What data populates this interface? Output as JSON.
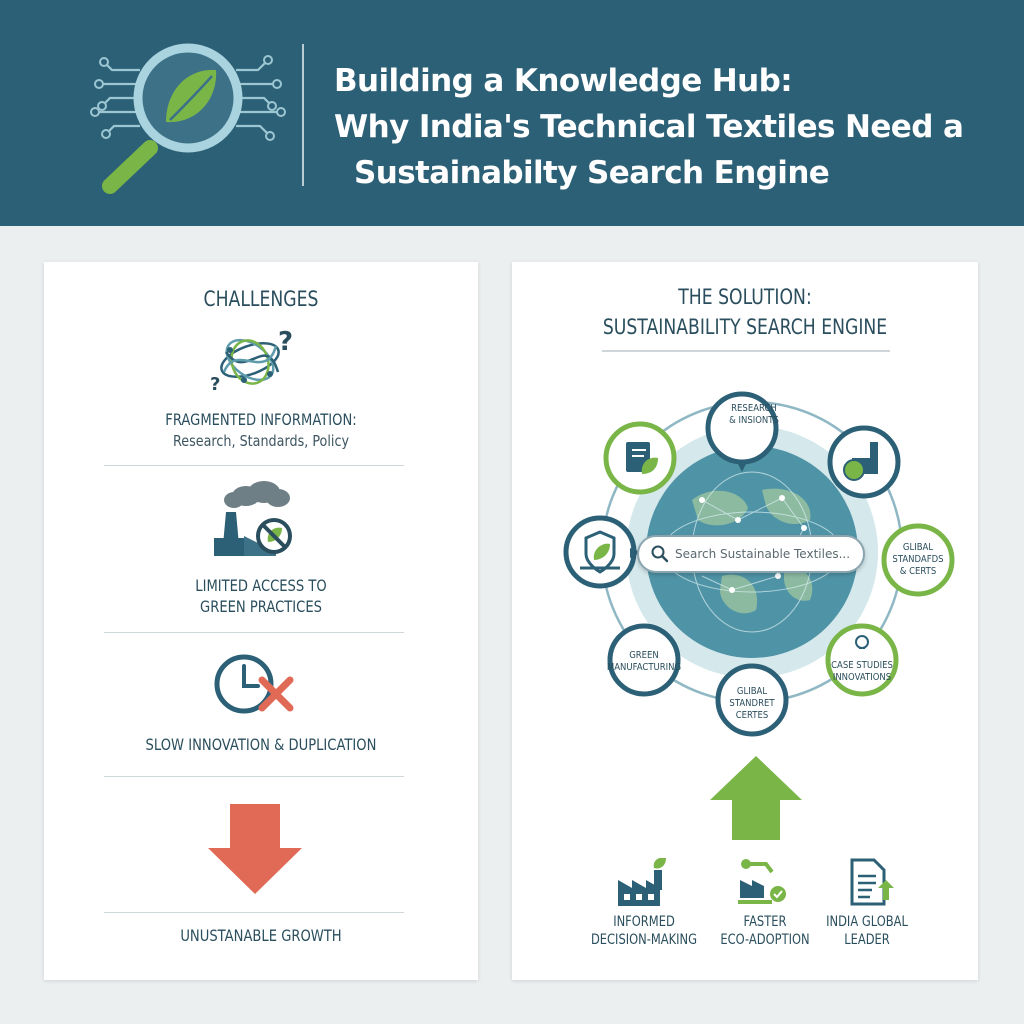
{
  "header": {
    "title_line1": "Building a Knowledge Hub:",
    "title_line2": "Why India's Technical Textiles Need a",
    "title_line3": "Sustainabilty Search Engine",
    "logo_icon": "magnifier-leaf-circuit-icon",
    "bg_color": "#2c6076"
  },
  "challenges": {
    "heading": "CHALLENGES",
    "items": [
      {
        "icon": "tangled-question-icon",
        "label": "FRAGMENTED INFORMATION:",
        "sublabel": "Research, Standards, Policy"
      },
      {
        "icon": "factory-no-leaf-icon",
        "label_line1": "LIMITED ACCESS TO",
        "label_line2": "GREEN PRACTICES"
      },
      {
        "icon": "clock-x-icon",
        "label": "SLOW INNOVATION & DUPLICATION"
      },
      {
        "icon": "down-arrow-icon",
        "label": "UNUSTANABLE GROWTH"
      }
    ]
  },
  "solution": {
    "heading_line1": "THE SOLUTION:",
    "heading_line2": "SUSTAINABILITY SEARCH ENGINE",
    "search_placeholder": "Search Sustainable Textiles...",
    "nodes": {
      "top": {
        "line1": "RESEARCH",
        "line2": "& INSIONTS"
      },
      "right": {
        "line1": "GLIBAL",
        "line2": "STANDAFDS",
        "line3": "& CERTS"
      },
      "right_bottom": {
        "line1": "CASE STUDIES",
        "line2": "INNOVATIONS"
      },
      "bottom": {
        "line1": "GLIBAL",
        "line2": "STANDRET",
        "line3": "CERTES"
      },
      "left_bottom": {
        "line1": "GREEN",
        "line2": "MANUFACTURING"
      },
      "left_icon": "shield-leaf-icon",
      "top_left_icon": "book-leaf-icon",
      "top_right_icon": "globe-factory-icon"
    },
    "outcomes": [
      {
        "icon": "factory-leaf-icon",
        "line1": "INFORMED",
        "line2": "DECISION-MAKING"
      },
      {
        "icon": "eco-factory-icon",
        "line1": "FASTER",
        "line2": "ECO-ADOPTION"
      },
      {
        "icon": "document-up-icon",
        "line1": "INDIA GLOBAL",
        "line2": "LEADER"
      }
    ]
  },
  "colors": {
    "accent_green": "#7ab548",
    "teal": "#2c6076",
    "red": "#e06a55",
    "text_dark": "#2a4e5d"
  }
}
